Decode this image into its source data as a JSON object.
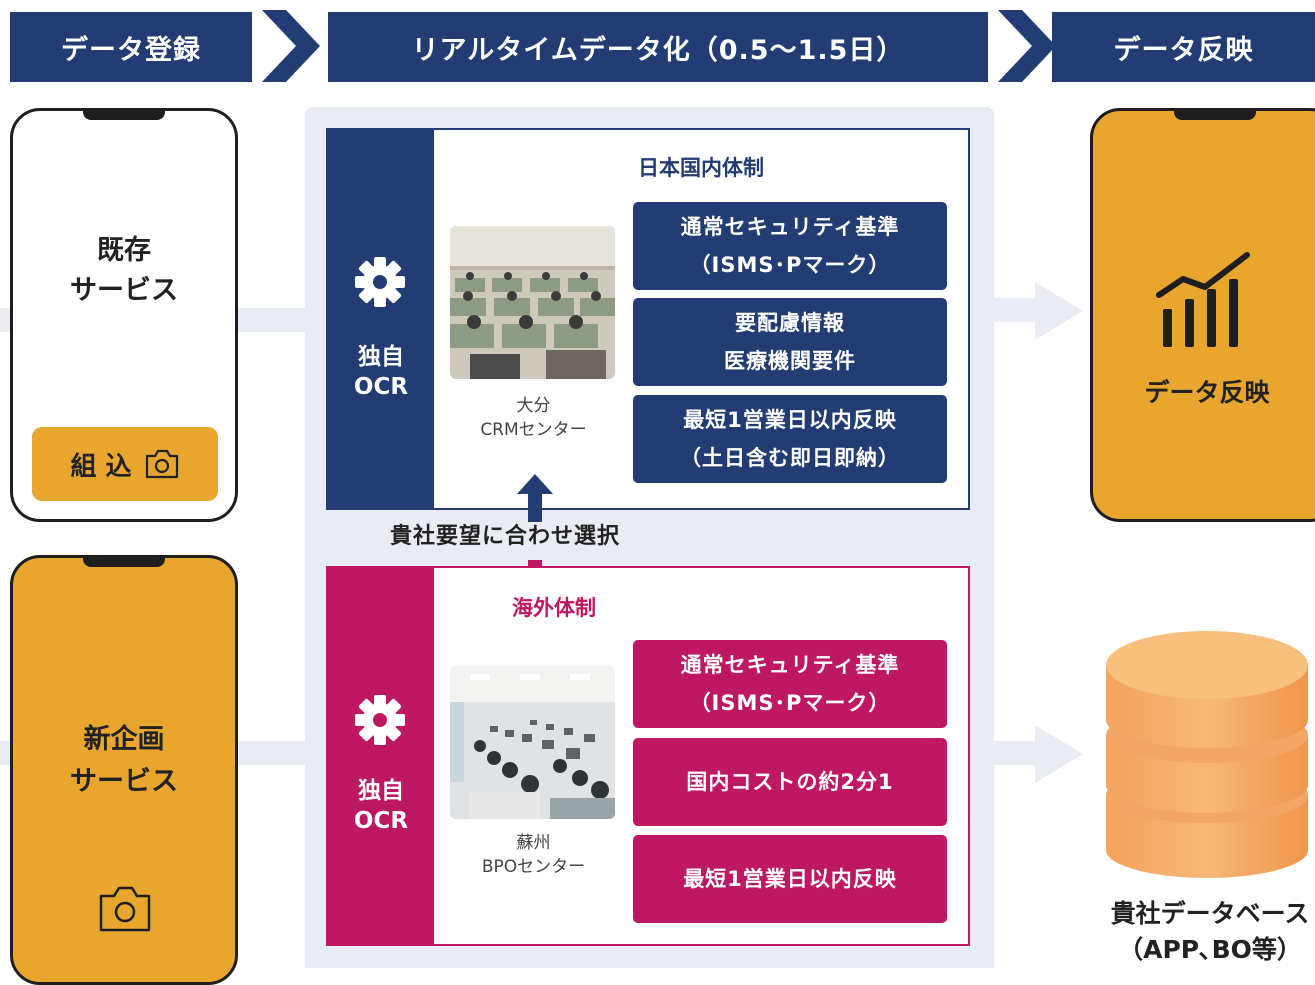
{
  "headers": {
    "register": "データ登録",
    "realtime": "リアルタイムデータ化（0.5〜1.5日）",
    "reflect": "データ反映"
  },
  "left": {
    "existing": {
      "line1": "既存",
      "line2": "サービス",
      "embed_label": "組 込"
    },
    "new": {
      "line1": "新企画",
      "line2": "サービス"
    }
  },
  "domestic": {
    "title": "日本国内体制",
    "side_line1": "独自",
    "side_line2": "OCR",
    "caption_line1": "大分",
    "caption_line2": "CRMセンター",
    "boxes": [
      {
        "line1": "通常セキュリティ基準",
        "line2": "（ISMS･Pマーク）"
      },
      {
        "line1": "要配慮情報",
        "line2": "医療機関要件"
      },
      {
        "line1": "最短1営業日以内反映",
        "line2": "（土日含む即日即納）"
      }
    ]
  },
  "select_label": "貴社要望に合わせ選択",
  "overseas": {
    "title": "海外体制",
    "side_line1": "独自",
    "side_line2": "OCR",
    "caption_line1": "蘇州",
    "caption_line2": "BPOセンター",
    "boxes": [
      {
        "line1": "通常セキュリティ基準",
        "line2": "（ISMS･Pマーク）"
      },
      {
        "line1": "国内コストの約2分1"
      },
      {
        "line1": "最短1営業日以内反映"
      }
    ]
  },
  "right": {
    "phone_label": "データ反映",
    "db_line1": "貴社データベース",
    "db_line2": "（APP､BO等）"
  },
  "colors": {
    "navy": "#233c73",
    "magenta": "#bf1862",
    "orange": "#e8a62e",
    "panel": "#e9ecf3"
  }
}
